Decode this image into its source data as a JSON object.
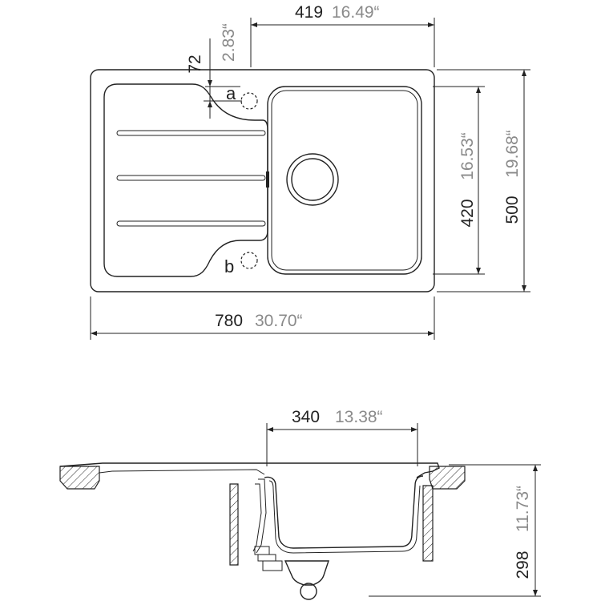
{
  "dimensions": {
    "top_width": {
      "metric": "419",
      "imperial": "16.49“"
    },
    "drain_offset": {
      "metric": "72",
      "imperial": "2.83“"
    },
    "bowl_depth": {
      "metric": "420",
      "imperial": "16.53“"
    },
    "total_depth": {
      "metric": "500",
      "imperial": "19.68“"
    },
    "total_width": {
      "metric": "780",
      "imperial": "30.70“"
    },
    "bowl_width": {
      "metric": "340",
      "imperial": "13.38“"
    },
    "bowl_height": {
      "metric": "298",
      "imperial": "11.73“"
    }
  },
  "labels": {
    "tap_hole_a": "a",
    "tap_hole_b": "b"
  }
}
